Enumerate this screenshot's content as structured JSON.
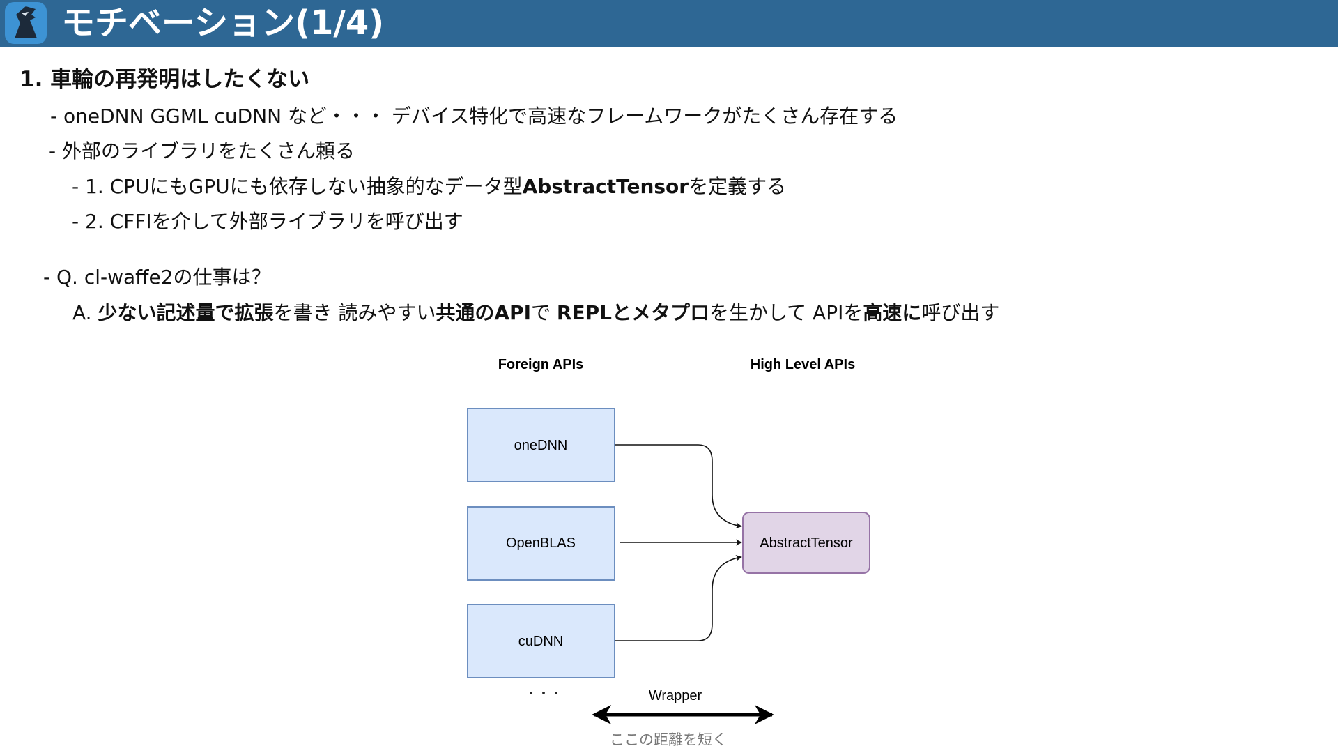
{
  "slide": {
    "title": "モチベーション(1/4)"
  },
  "content": {
    "heading": "1. 車輪の再発明はしたくない",
    "bullets": [
      "- oneDNN GGML cuDNN など・・・ デバイス特化で高速なフレームワークがたくさん存在する",
      "- 外部のライブラリをたくさん頼る"
    ],
    "sub_bullets": {
      "first_a": "- 1. CPUにもGPUにも依存しない抽象的なデータ型",
      "first_bold": "AbstractTensor",
      "first_b": "を定義する",
      "second": "- 2. CFFIを介して外部ライブラリを呼び出す"
    },
    "question": "- Q. cl-waffe2の仕事は？",
    "answer": {
      "p1": "A. ",
      "b1": "少ない記述量で拡張",
      "p2": "を書き 読みやすい",
      "b2": "共通のAPI",
      "p3": "で ",
      "b3": "REPLとメタプロ",
      "p4": "を生かして APIを",
      "b4": "高速に",
      "p5": "呼び出す"
    }
  },
  "diagram": {
    "foreign_label": "Foreign APIs",
    "highlevel_label": "High Level APIs",
    "boxes": [
      "oneDNN",
      "OpenBLAS",
      "cuDNN"
    ],
    "ellipsis": "・・・",
    "target": "AbstractTensor",
    "wrapper_label": "Wrapper",
    "note": "ここの距離を短く",
    "colors": {
      "box_fill": "#dae8fc",
      "box_stroke": "#6c8ebf",
      "target_fill": "#e1d5e7",
      "target_stroke": "#9673a6"
    }
  },
  "colors": {
    "title_bar": "#2e6794"
  }
}
